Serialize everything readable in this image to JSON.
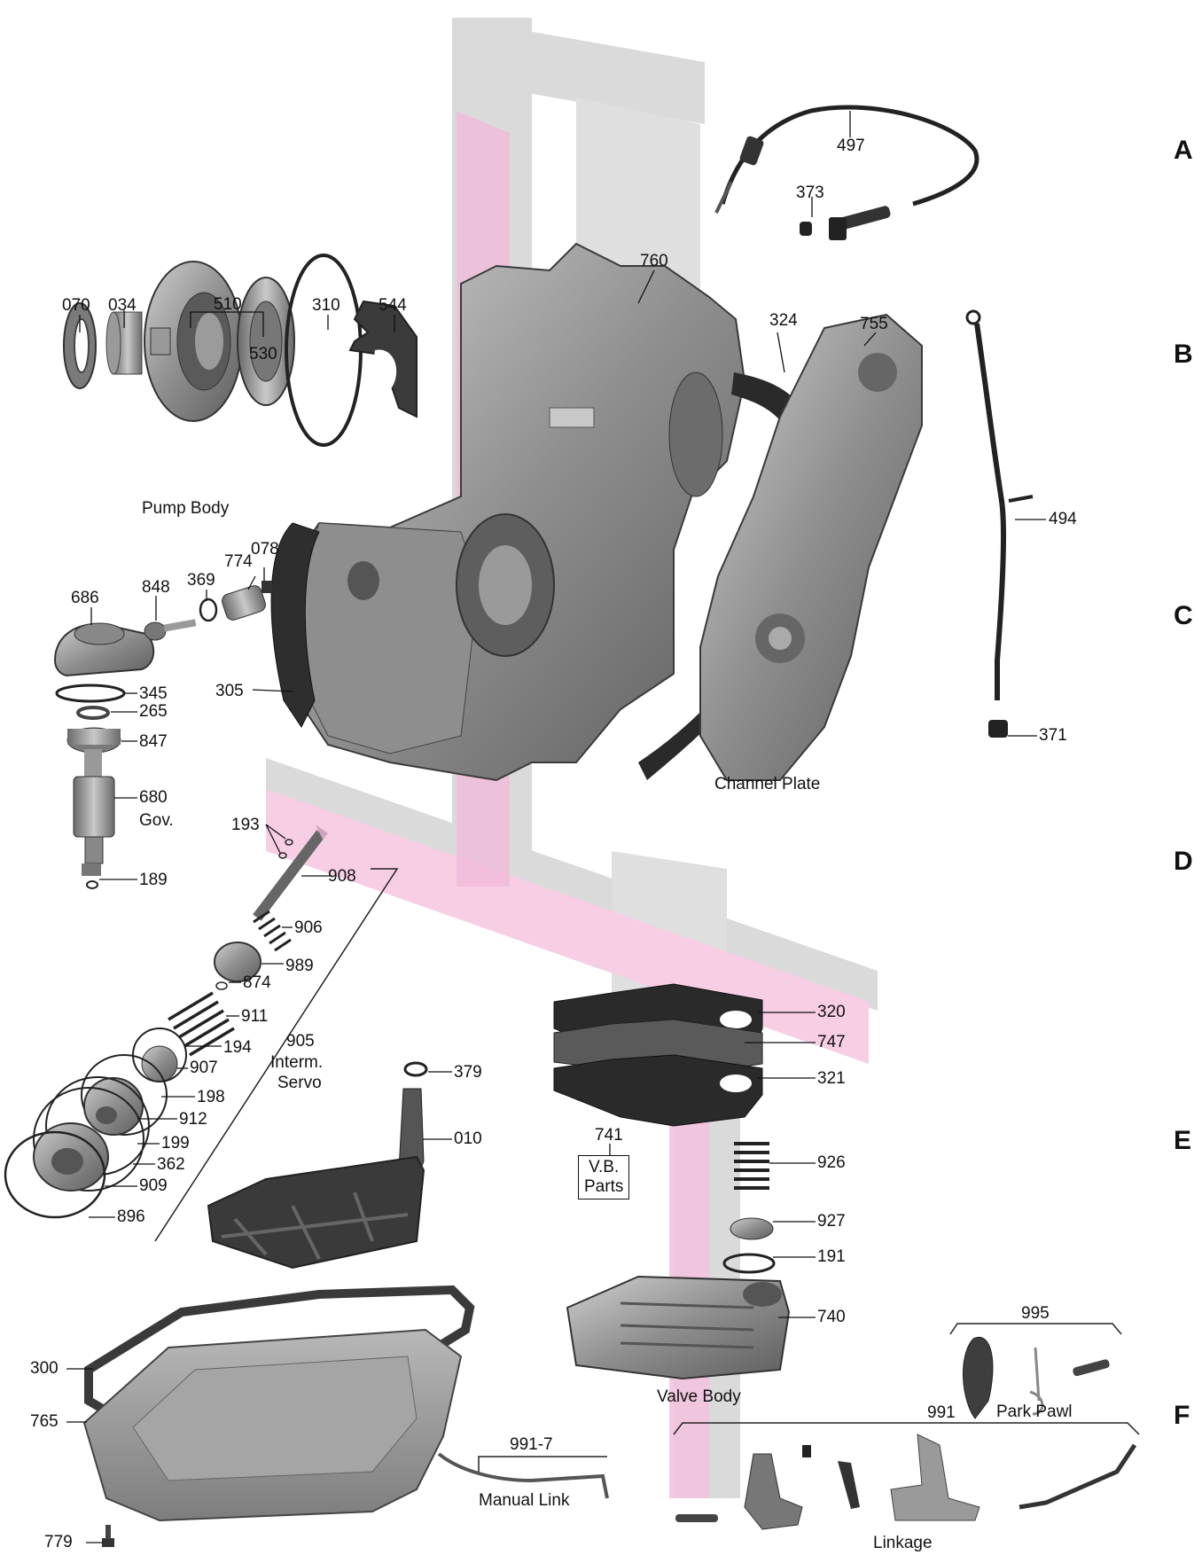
{
  "rows": [
    "A",
    "B",
    "C",
    "D",
    "E",
    "F"
  ],
  "parts": {
    "p497": "497",
    "p373": "373",
    "p760": "760",
    "p070": "070",
    "p034": "034",
    "p510": "510",
    "p530": "530",
    "p310": "310",
    "p544": "544",
    "p324": "324",
    "p755": "755",
    "p494": "494",
    "p078": "078",
    "p774": "774",
    "p369": "369",
    "p848": "848",
    "p686": "686",
    "p305": "305",
    "p345": "345",
    "p265": "265",
    "p847": "847",
    "p680": "680",
    "p193": "193",
    "p908": "908",
    "p189": "189",
    "p906": "906",
    "p989": "989",
    "p874": "874",
    "p911": "911",
    "p905": "905",
    "p194": "194",
    "p907": "907",
    "p198": "198",
    "p912": "912",
    "p199": "199",
    "p362": "362",
    "p909": "909",
    "p896": "896",
    "p379": "379",
    "p010": "010",
    "p320": "320",
    "p747": "747",
    "p321": "321",
    "p741": "741",
    "p926": "926",
    "p927": "927",
    "p191": "191",
    "p740": "740",
    "p995": "995",
    "p300": "300",
    "p765": "765",
    "p991_7": "991-7",
    "p991": "991",
    "p779": "779",
    "p371": "371"
  },
  "captions": {
    "pump_body": "Pump Body",
    "channel_plate": "Channel Plate",
    "gov": "Gov.",
    "interm": "Interm.",
    "servo": "Servo",
    "vb_parts_1": "V.B.",
    "vb_parts_2": "Parts",
    "valve_body": "Valve Body",
    "park_pawl": "Park Pawl",
    "manual_link": "Manual Link",
    "linkage": "Linkage"
  }
}
